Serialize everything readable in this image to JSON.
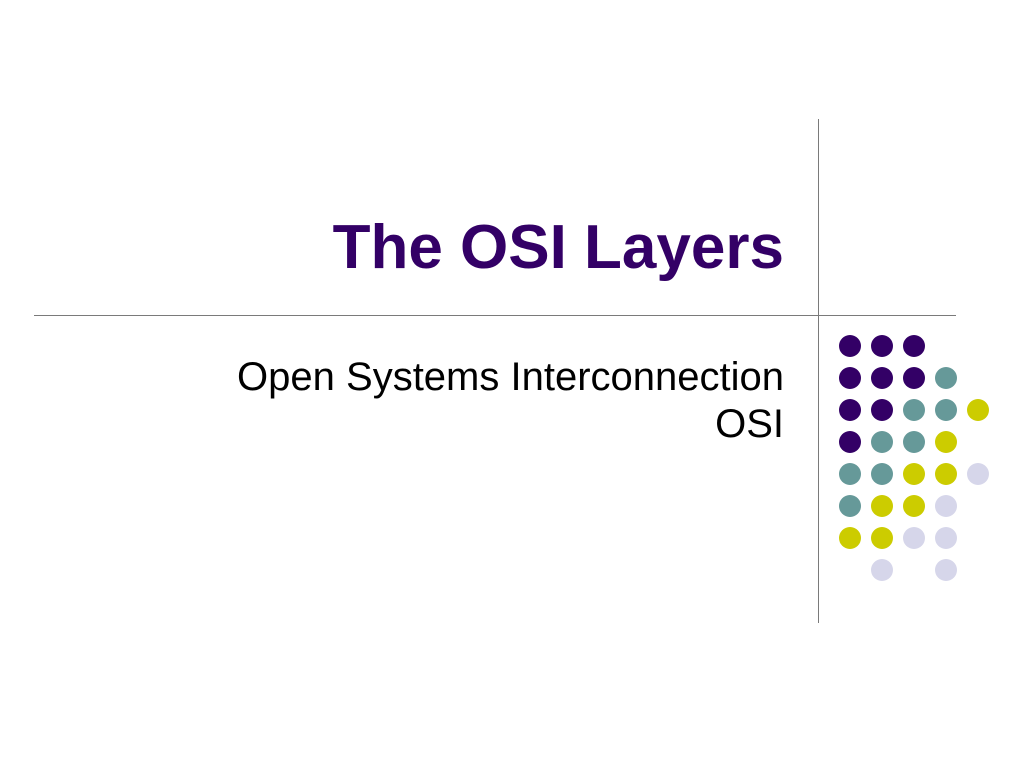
{
  "slide": {
    "title": "The OSI Layers",
    "subtitle_lines": [
      "Open Systems Interconnection",
      "OSI"
    ]
  },
  "decoration": {
    "dot_colors": {
      "purple": "#330066",
      "teal": "#669999",
      "lime": "#cccc00",
      "lavender": "#d6d6ea"
    },
    "dot_grid": [
      [
        "purple",
        "purple",
        "purple",
        null,
        null
      ],
      [
        "purple",
        "purple",
        "purple",
        "teal",
        null
      ],
      [
        "purple",
        "purple",
        "teal",
        "teal",
        "lime"
      ],
      [
        "purple",
        "teal",
        "teal",
        "lime",
        null
      ],
      [
        "teal",
        "teal",
        "lime",
        "lime",
        "lavender"
      ],
      [
        "teal",
        "lime",
        "lime",
        "lavender",
        null
      ],
      [
        "lime",
        "lime",
        "lavender",
        "lavender",
        null
      ],
      [
        null,
        "lavender",
        null,
        "lavender",
        null
      ]
    ]
  }
}
